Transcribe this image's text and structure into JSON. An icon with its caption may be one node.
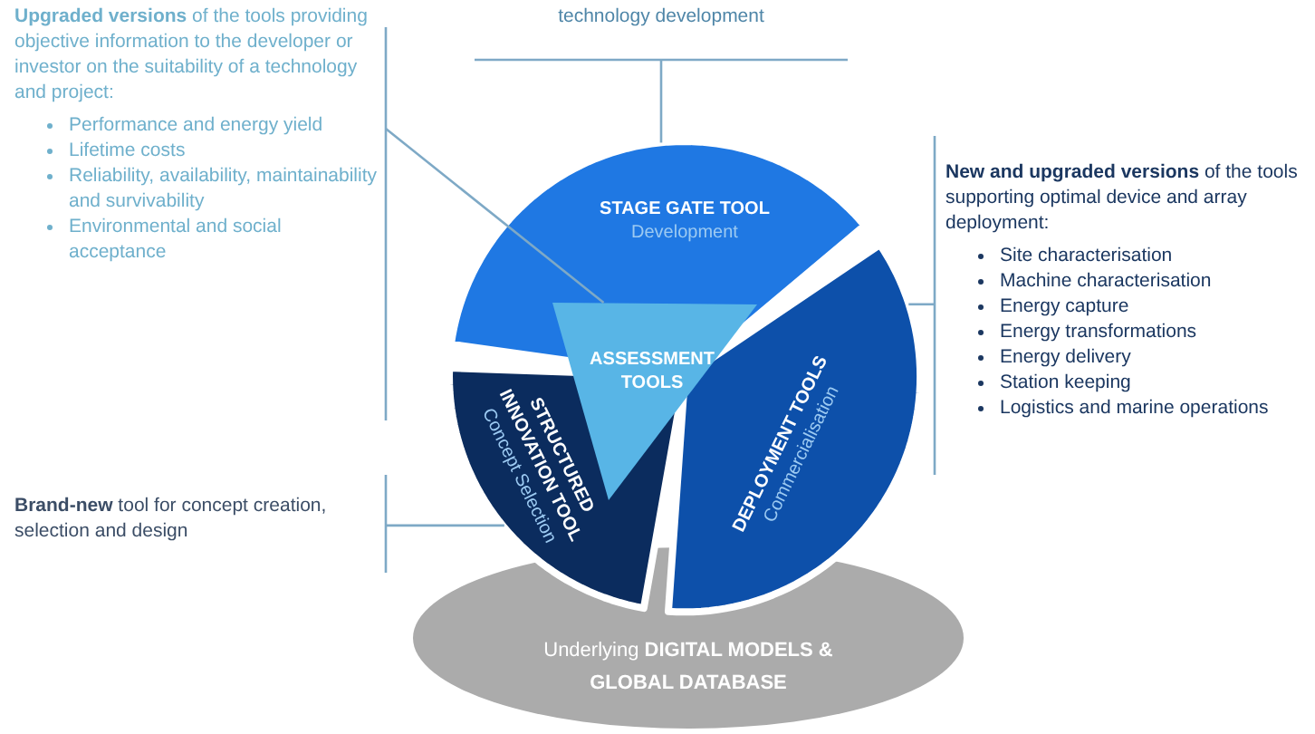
{
  "diagram": {
    "nodes": [
      {
        "text": [
          "technology development"
        ]
      },
      {
        "text": [
          "**Upgraded versions** of the tools providing objective information to the developer or investor on the suitability of a technology and project:",
          "Performance and energy yield",
          "Lifetime costs",
          "Reliability, availability, maintainability and survivability",
          "Environmental and social acceptance"
        ]
      },
      {
        "text": [
          "STAGE GATE TOOL",
          "Development"
        ]
      },
      {
        "text": [
          "ASSESSMENT TOOLS"
        ]
      },
      {
        "text": [
          "STRUCTURED INNOVATION TOOL",
          "Concept Selection"
        ]
      },
      {
        "text": [
          "DEPLOYMENT TOOLS",
          "Commercialisation"
        ]
      },
      {
        "text": [
          "**New and upgraded versions** of the tools supporting optimal device and array deployment:",
          "Site characterisation",
          "Machine characterisation",
          "Energy capture",
          "Energy transformations",
          "Energy delivery",
          "Station keeping",
          "Logistics and marine operations"
        ]
      },
      {
        "text": [
          "**Brand-new** tool for concept creation, selection and design"
        ]
      },
      {
        "text": [
          "Underlying **DIGITAL MODELS & GLOBAL DATABASE**"
        ]
      }
    ],
    "edges": [
      {
        "from": 0,
        "to": 2,
        "arrow": "none"
      },
      {
        "from": 1,
        "to": 3,
        "arrow": "none"
      },
      {
        "from": 6,
        "to": 5,
        "arrow": "none"
      },
      {
        "from": 7,
        "to": 4,
        "arrow": "none"
      }
    ]
  }
}
